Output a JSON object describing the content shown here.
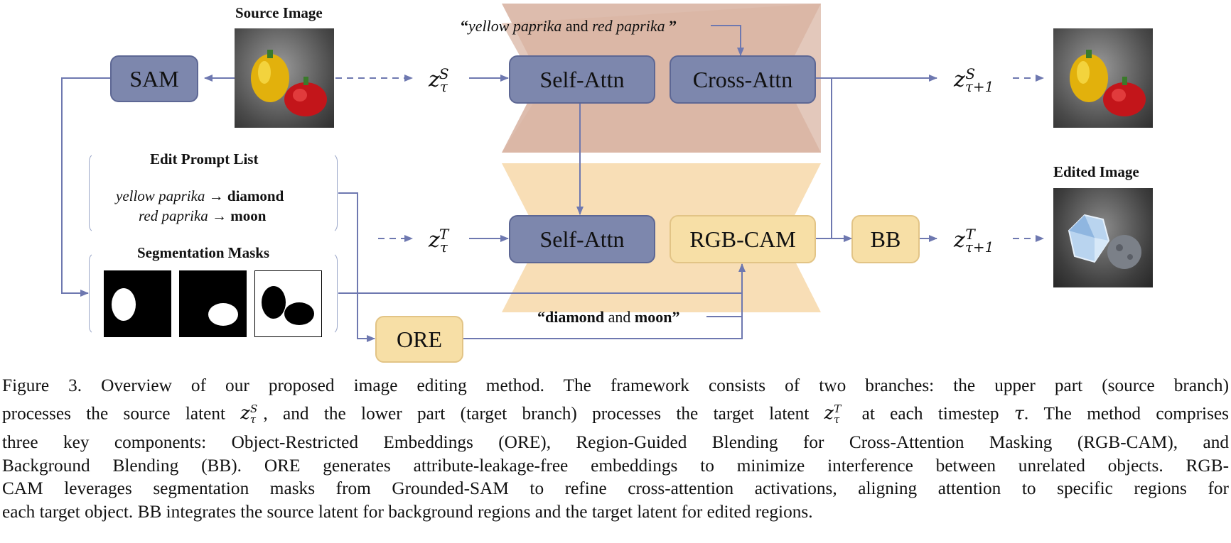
{
  "figure": {
    "source_image_title": "Source Image",
    "edited_image_title": "Edited Image",
    "sam_label": "SAM",
    "self_attn_label": "Self-Attn",
    "cross_attn_label": "Cross-Attn",
    "rgb_cam_label": "RGB-CAM",
    "bb_label": "BB",
    "ore_label": "ORE",
    "source_prompt": {
      "part1": "yellow paprika",
      "part2": " and ",
      "part3": "red paprika",
      "open": "“",
      "close": " ”"
    },
    "target_prompt": {
      "open": "“",
      "part1": "diamond",
      "part2": " and ",
      "part3": "moon",
      "close": "”"
    },
    "edit_prompt_list": {
      "title": "Edit Prompt List",
      "row1": {
        "from": "yellow paprika",
        "arrow": "→",
        "to": "diamond"
      },
      "row2": {
        "from": "red paprika",
        "arrow": "→",
        "to": "moon"
      }
    },
    "segmentation_title": "Segmentation Masks",
    "latents": {
      "z": "z",
      "tau": "τ",
      "S": "S",
      "T": "T",
      "tau_plus_1": "τ+1"
    },
    "colors": {
      "blue_box": "#7d87ad",
      "cream_box": "#f7dfa6",
      "arrow": "#6e78b0",
      "upper_hourglass": "#d9b5a4",
      "lower_hourglass": "#f8dcb2"
    }
  },
  "caption": {
    "l1": "Figure 3.  Overview of our proposed image editing method.  The framework consists of two branches: the upper part (source branch)",
    "l2a": "processes the source latent ",
    "l2b": ", and the lower part (target branch) processes the target latent ",
    "l2c": " at each timestep ",
    "l2d": ". The method comprises",
    "l3": "three key components: Object-Restricted Embeddings (ORE), Region-Guided Blending for Cross-Attention Masking (RGB-CAM), and",
    "l4": "Background Blending (BB). ORE generates attribute-leakage-free embeddings to minimize interference between unrelated objects. RGB-",
    "l5": "CAM leverages segmentation masks from Grounded-SAM to refine cross-attention activations, aligning attention to specific regions for",
    "l6": "each target object. BB integrates the source latent for background regions and the target latent for edited regions."
  }
}
